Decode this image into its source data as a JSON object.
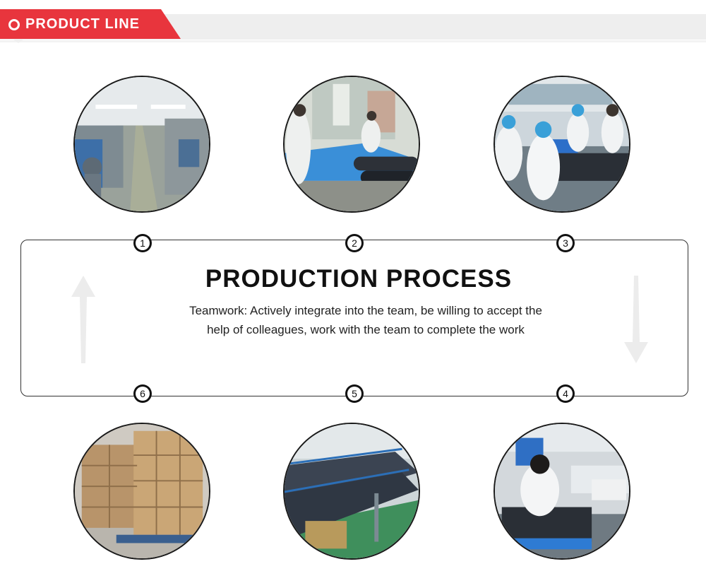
{
  "header": {
    "title": "PRODUCT LINE",
    "accent_color": "#e8353d",
    "icon": "ring-bullet-icon"
  },
  "process": {
    "title": "PRODUCTION PROCESS",
    "description": "Teamwork: Actively integrate into the team, be willing to accept the help of colleagues, work with the team to complete the work",
    "arrow_left_icon": "arrow-up-icon",
    "arrow_right_icon": "arrow-down-icon"
  },
  "steps": [
    {
      "number": "1",
      "photo": "factory-aisle-photo"
    },
    {
      "number": "2",
      "photo": "fabric-cutting-photo"
    },
    {
      "number": "3",
      "photo": "assembly-workers-photo"
    },
    {
      "number": "4",
      "photo": "sewing-station-photo"
    },
    {
      "number": "5",
      "photo": "product-rack-photo"
    },
    {
      "number": "6",
      "photo": "carton-stack-photo"
    }
  ]
}
